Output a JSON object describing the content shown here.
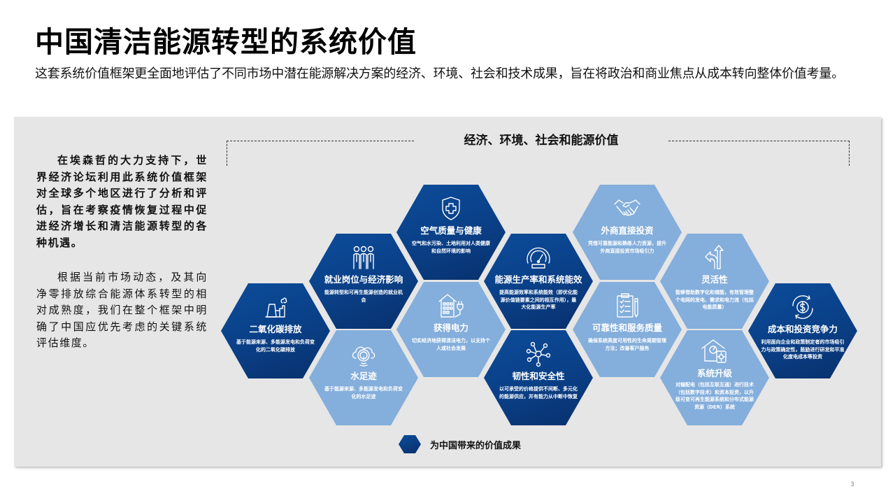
{
  "header": {
    "title": "中国清洁能源转型的系统价值",
    "subtitle": "这套系统价值框架更全面地评估了不同市场中潜在能源解决方案的经济、环境、社会和技术成果，旨在将政治和商业焦点从成本转向整体价值考量。"
  },
  "intro": {
    "paragraph_1": "在埃森哲的大力支持下，世界经济论坛利用此系统价值框架对全球多个地区进行了分析和评估，旨在考察疫情恢复过程中促进经济增长和清洁能源转型的各种机遇。",
    "paragraph_2": "根据当前市场动态，及其向净零排放综合能源体系转型的相对成熟度，我们在整个框架中明确了中国应优先考虑的关键系统评估维度。"
  },
  "diagram": {
    "section_title": "经济、环境、社会和能源价值",
    "colors": {
      "dark": "#0a3f86",
      "light": "#84aedb",
      "panel": "#e6e6e6"
    },
    "hexagons": [
      {
        "id": "co2",
        "style": "dark",
        "icon": "power-plant-icon",
        "title": "二氧化碳排放",
        "desc": "基于能源来源、多能源发电和负荷变化的二氧化碳排放"
      },
      {
        "id": "jobs",
        "style": "dark",
        "icon": "people-icon",
        "title": "就业岗位与经济影响",
        "desc": "能源转型和可再生能源创造的就业机会"
      },
      {
        "id": "water",
        "style": "light",
        "icon": "water-drop-cloud-icon",
        "title": "水足迹",
        "desc": "基于能源来源、多能源发电和负荷变化的水足迹"
      },
      {
        "id": "air",
        "style": "dark",
        "icon": "shield-cross-icon",
        "title": "空气质量与健康",
        "desc": "空气和水污染、土地利用对人类健康和自然环境的影响"
      },
      {
        "id": "access",
        "style": "light",
        "icon": "building-plug-icon",
        "title": "获得电力",
        "desc": "切实经济地获得清洁电力，以支持个人或社会发展"
      },
      {
        "id": "productivity",
        "style": "dark",
        "icon": "speedometer-icon",
        "title": "能源生产率和系统能效",
        "desc": "提高能源效率和系统能效（即优化能源价值链要素之间的相互作用），最大化能源生产率"
      },
      {
        "id": "resilience",
        "style": "dark",
        "icon": "network-icon",
        "title": "韧性和安全性",
        "desc": "以可承受的价格提供不间断、多元化的能源供应，并有能力从中断中恢复"
      },
      {
        "id": "fdi",
        "style": "light",
        "icon": "handshake-icon",
        "title": "外商直接投资",
        "desc": "凭借可靠能源和熟练人力资源，提升外商直接投资市场吸引力"
      },
      {
        "id": "reliability",
        "style": "light",
        "icon": "checklist-icon",
        "title": "可靠性和服务质量",
        "desc": "确保系统高度可用性的生命周期管理方法；改善客户服务"
      },
      {
        "id": "flexibility",
        "style": "light",
        "icon": "split-arrow-icon",
        "title": "灵活性",
        "desc": "能够借助数字化和储能，有效管理整个电网的发电、需求和电力流（包括电能质量）"
      },
      {
        "id": "upgrade",
        "style": "light",
        "icon": "smart-home-icon",
        "title": "系统升级",
        "desc": "对输配电（包括互联互通）进行技术（包括数字技术）和资本投资，以升级可变可再生能源系统和分布式能源资源（DER）系统"
      },
      {
        "id": "cost",
        "style": "dark",
        "icon": "dollar-cycle-icon",
        "title": "成本和投资竞争力",
        "desc": "利用面向企业和政策制定者的市场吸引力与政策确定性，鼓励进行研发和平准化度电成本等投资"
      }
    ],
    "legend": {
      "label": "为中国带来的价值成果"
    }
  },
  "footer": {
    "page_number": "3"
  }
}
